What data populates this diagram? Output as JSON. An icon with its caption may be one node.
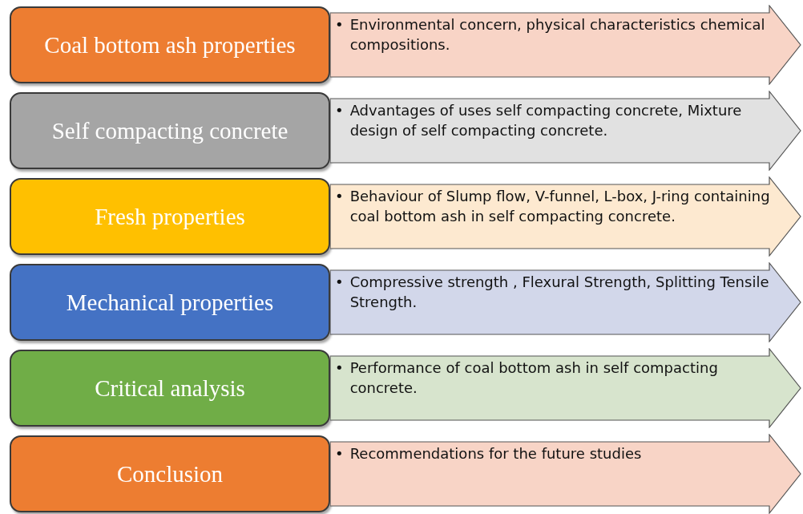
{
  "diagram": {
    "nodes": [
      {
        "text": [
          "Coal bottom ash properties"
        ]
      },
      {
        "text": [
          "•",
          "Environmental concern, physical characteristics chemical compositions."
        ]
      },
      {
        "text": [
          "Self compacting concrete"
        ]
      },
      {
        "text": [
          "•",
          "Advantages of uses self compacting concrete, Mixture design of self compacting concrete."
        ]
      },
      {
        "text": [
          "Fresh properties"
        ]
      },
      {
        "text": [
          "•",
          "Behaviour of Slump flow, V-funnel, L-box, J-ring containing coal bottom ash in self compacting concrete."
        ]
      },
      {
        "text": [
          "Mechanical properties"
        ]
      },
      {
        "text": [
          "•",
          "Compressive strength , Flexural Strength, Splitting Tensile Strength."
        ]
      },
      {
        "text": [
          "Critical analysis"
        ]
      },
      {
        "text": [
          "•",
          "Performance of coal bottom ash in self compacting concrete."
        ]
      },
      {
        "text": [
          "Conclusion"
        ]
      },
      {
        "text": [
          "•",
          "Recommendations for the future studies"
        ]
      }
    ]
  }
}
